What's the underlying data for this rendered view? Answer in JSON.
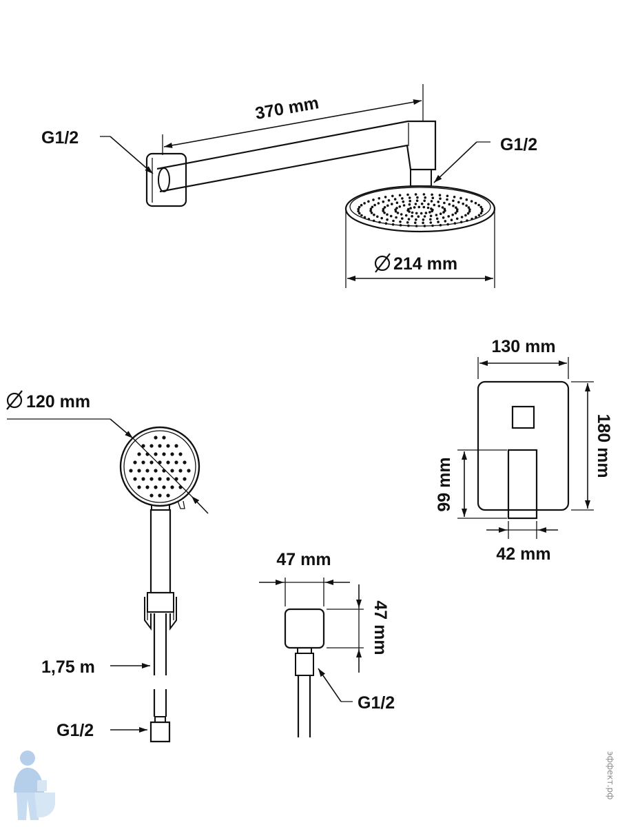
{
  "shower_arm": {
    "length_label": "370 mm",
    "wall_thread_label": "G1/2",
    "head_thread_label": "G1/2"
  },
  "rain_head": {
    "diameter_label": "214 mm"
  },
  "hand_shower": {
    "diameter_label": "120 mm",
    "hose_length_label": "1,75 m",
    "hose_thread_label": "G1/2"
  },
  "wall_outlet": {
    "width_label": "47 mm",
    "height_label": "47 mm",
    "thread_label": "G1/2"
  },
  "mixer_plate": {
    "width_label": "130 mm",
    "height_label": "180 mm",
    "lever_height_label": "99 mm",
    "lever_width_label": "42 mm"
  },
  "watermark": {
    "site_text": "эффект.рф"
  },
  "colors": {
    "line": "#111111",
    "watermark_blue": "#7aa7d8"
  },
  "icons": [
    "plumber-logo",
    "diameter-symbol",
    "arrow"
  ]
}
